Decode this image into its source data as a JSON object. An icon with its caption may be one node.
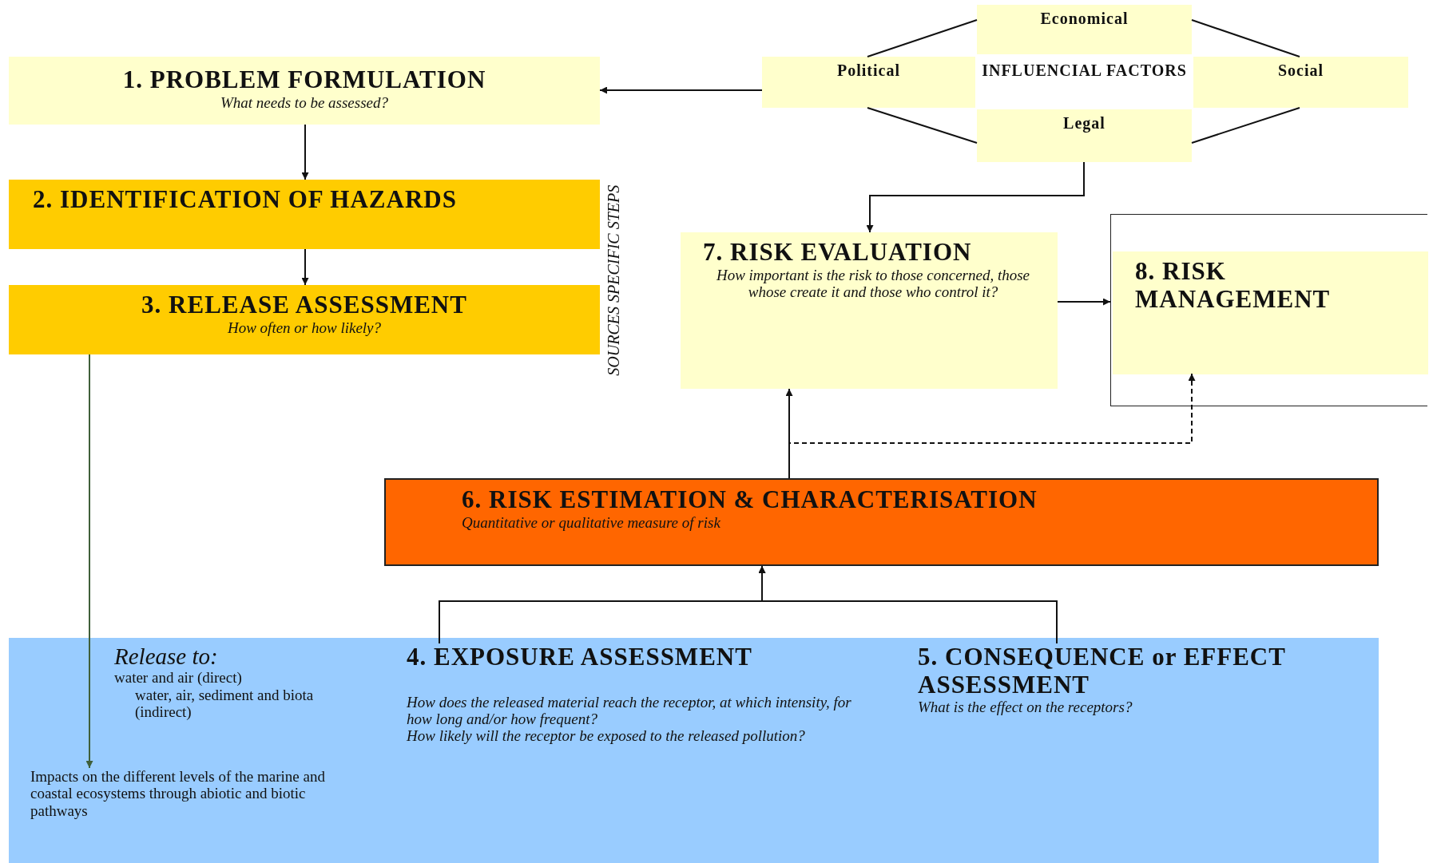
{
  "diagram": {
    "nodes": [
      {
        "text": [
          "1. PROBLEM FORMULATION",
          "What needs to be assessed?"
        ]
      },
      {
        "text": [
          "2. IDENTIFICATION OF HAZARDS"
        ]
      },
      {
        "text": [
          "3. RELEASE ASSESSMENT",
          "How often or how likely?"
        ]
      },
      {
        "text": [
          "Economical"
        ]
      },
      {
        "text": [
          "Political"
        ]
      },
      {
        "text": [
          "INFLUENCIAL FACTORS"
        ]
      },
      {
        "text": [
          "Social"
        ]
      },
      {
        "text": [
          "Legal"
        ]
      },
      {
        "text": [
          "7. RISK EVALUATION",
          "How important is the risk to those concerned, those whose create it and those who control it?"
        ]
      },
      {
        "text": [],
        "shape": "box"
      },
      {
        "text": [
          "8. RISK MANAGEMENT"
        ],
        "in": 9
      },
      {
        "text": [
          "6. RISK ESTIMATION & CHARACTERISATION",
          "Quantitative or qualitative measure of risk"
        ]
      },
      {
        "text": [],
        "shape": "box"
      },
      {
        "text": [
          "Release to:",
          "water and air (direct)",
          "water, air, sediment and biota (indirect)"
        ],
        "in": 12
      },
      {
        "text": [
          "Impacts on the different levels of the marine and coastal ecosystems through abiotic and biotic pathways"
        ],
        "in": 12
      },
      {
        "text": [
          "4. EXPOSURE ASSESSMENT",
          "How does the released material reach the receptor, at which intensity, for how long and/or how frequent?",
          "How likely will the receptor be exposed to the released pollution?"
        ],
        "in": 12
      },
      {
        "text": [
          "5. CONSEQUENCE or EFFECT ASSESSMENT",
          "What is the effect on the receptors?"
        ],
        "in": 12
      }
    ],
    "edges": [
      {
        "from": 4,
        "to": 0,
        "arrow": "to"
      },
      {
        "from": 0,
        "to": 1,
        "arrow": "to"
      },
      {
        "from": 1,
        "to": 2,
        "arrow": "to"
      },
      {
        "from": 4,
        "to": 3,
        "arrow": "none"
      },
      {
        "from": 3,
        "to": 6,
        "arrow": "none"
      },
      {
        "from": 4,
        "to": 7,
        "arrow": "none"
      },
      {
        "from": 7,
        "to": 6,
        "arrow": "none"
      },
      {
        "from": 7,
        "to": 8,
        "arrow": "to"
      },
      {
        "from": 8,
        "to": 9,
        "arrow": "to"
      },
      {
        "from": 11,
        "to": 8,
        "arrow": "to"
      },
      {
        "from": 11,
        "to": 10,
        "arrow": "to",
        "style": "dashed"
      },
      {
        "from": 15,
        "to": 11,
        "arrow": "to"
      },
      {
        "from": 16,
        "to": 11,
        "arrow": "to"
      },
      {
        "from": 2,
        "to": 14,
        "arrow": "to",
        "color": "#3f5f3a"
      }
    ],
    "labels": [
      "SOURCES SPECIFIC STEPS"
    ]
  }
}
